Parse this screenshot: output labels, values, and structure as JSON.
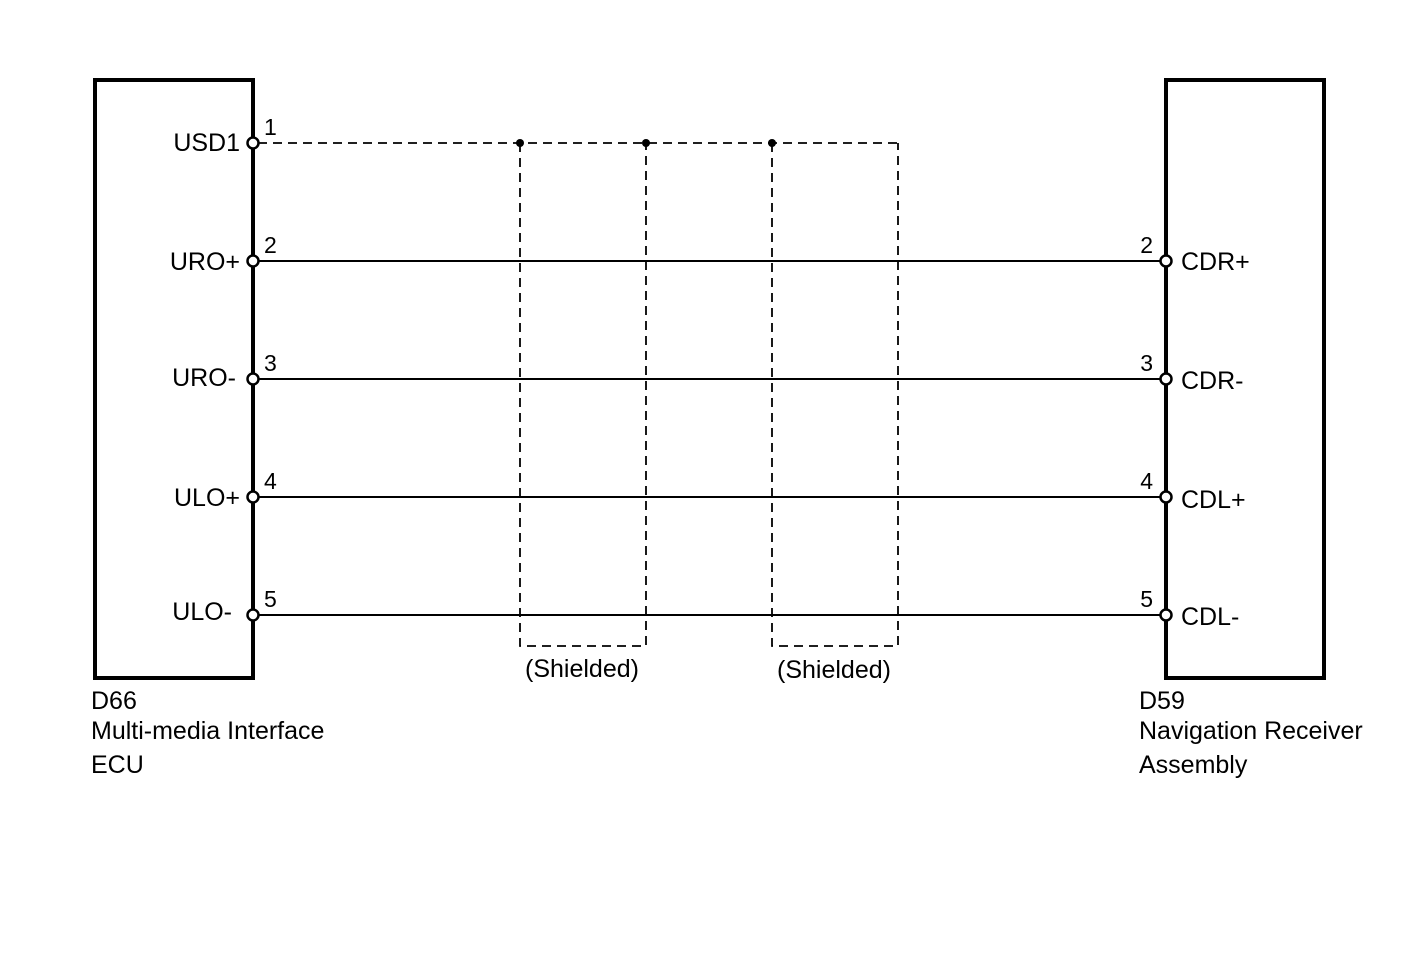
{
  "left_component": {
    "code": "D66",
    "name_line1": "Multi-media Interface",
    "name_line2": "ECU",
    "pins": [
      {
        "num": "1",
        "signal": "USD1"
      },
      {
        "num": "2",
        "signal": "URO+"
      },
      {
        "num": "3",
        "signal": "URO-"
      },
      {
        "num": "4",
        "signal": "ULO+"
      },
      {
        "num": "5",
        "signal": "ULO-"
      }
    ]
  },
  "right_component": {
    "code": "D59",
    "name_line1": "Navigation Receiver",
    "name_line2": "Assembly",
    "pins": [
      {
        "num": "2",
        "signal": "CDR+"
      },
      {
        "num": "3",
        "signal": "CDR-"
      },
      {
        "num": "4",
        "signal": "CDL+"
      },
      {
        "num": "5",
        "signal": "CDL-"
      }
    ]
  },
  "shield_labels": [
    "(Shielded)",
    "(Shielded)"
  ],
  "colors": {
    "line": "#000000",
    "background": "#ffffff"
  }
}
